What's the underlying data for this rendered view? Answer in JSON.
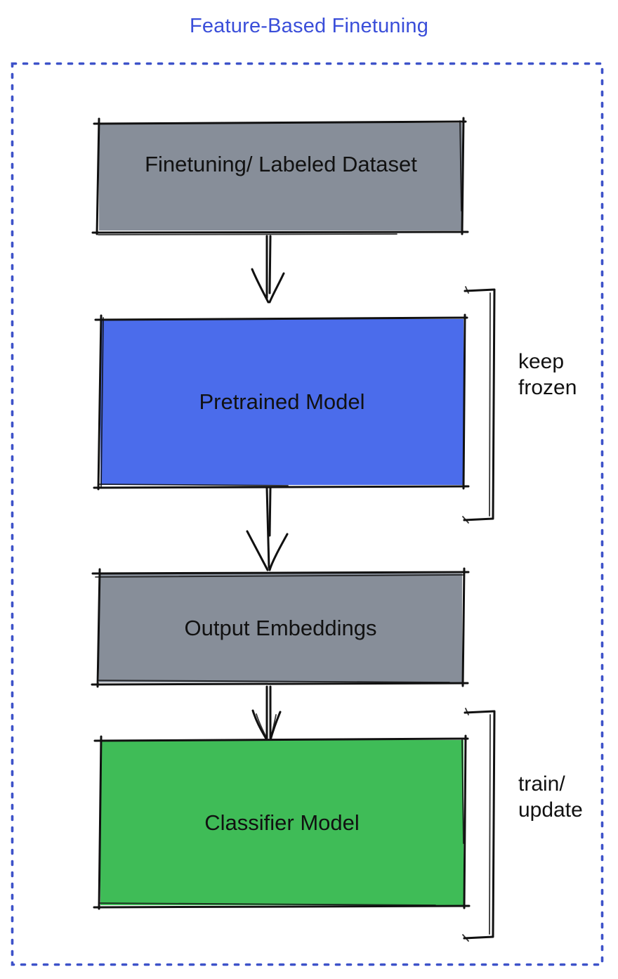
{
  "title": "Feature-Based Finetuning",
  "colors": {
    "title_blue": "#3a4ed9",
    "frame_blue": "#3d52c9",
    "stroke_black": "#111111",
    "node_gray": "#878e99",
    "node_blue": "#4b6ceb",
    "node_green": "#3fbc57"
  },
  "nodes": [
    {
      "label": "Finetuning/ Labeled Dataset",
      "fill": "#878e99"
    },
    {
      "label": "Pretrained Model",
      "fill": "#4b6ceb"
    },
    {
      "label": "Output Embeddings",
      "fill": "#878e99"
    },
    {
      "label": "Classifier Model",
      "fill": "#3fbc57"
    }
  ],
  "annotations": [
    {
      "text": "keep\nfrozen"
    },
    {
      "text": "train/\nupdate"
    }
  ]
}
